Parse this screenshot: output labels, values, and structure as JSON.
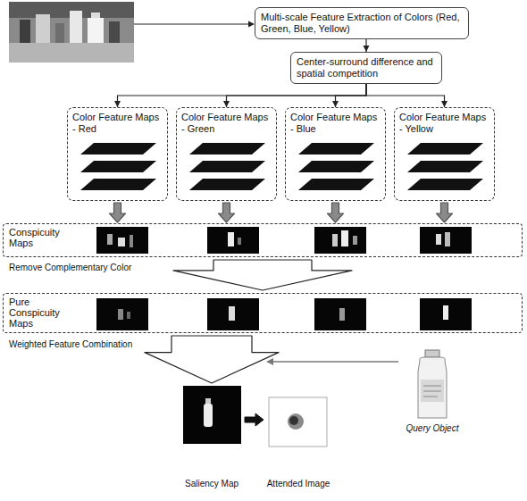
{
  "diagram": {
    "nodes": [
      {
        "text": [
          "Multi-scale Feature Extraction of Colors (Red, Green, Blue, Yellow)"
        ]
      },
      {
        "text": [
          "Center-surround difference and spatial competition"
        ]
      },
      {
        "text": [
          "Color Feature Maps - Red"
        ]
      },
      {
        "text": [
          "Color Feature Maps - Green"
        ]
      },
      {
        "text": [
          "Color Feature Maps - Blue"
        ]
      },
      {
        "text": [
          "Color Feature Maps - Yellow"
        ]
      },
      {
        "text": [
          "Conspicuity Maps"
        ]
      },
      {
        "text": [
          "Pure Conspicuity Maps"
        ]
      },
      {
        "text": [
          "Saliency Map"
        ]
      },
      {
        "text": [
          "Attended Image"
        ]
      },
      {
        "text": [
          "Query Object"
        ]
      }
    ],
    "edges": [
      {
        "from": 0,
        "to": 1,
        "arrow": "to"
      },
      {
        "from": 1,
        "to": 2,
        "arrow": "to"
      },
      {
        "from": 1,
        "to": 3,
        "arrow": "to"
      },
      {
        "from": 1,
        "to": 4,
        "arrow": "to"
      },
      {
        "from": 1,
        "to": 5,
        "arrow": "to"
      },
      {
        "from": 2,
        "to": 6,
        "arrow": "to"
      },
      {
        "from": 3,
        "to": 6,
        "arrow": "to"
      },
      {
        "from": 4,
        "to": 6,
        "arrow": "to"
      },
      {
        "from": 5,
        "to": 6,
        "arrow": "to"
      },
      {
        "from": 6,
        "to": 7,
        "arrow": "to"
      },
      {
        "from": 7,
        "to": 8,
        "arrow": "to"
      },
      {
        "from": 8,
        "to": 9,
        "arrow": "to"
      }
    ],
    "labels": [
      "Remove Complementary Color",
      "Weighted Feature Combination"
    ]
  }
}
